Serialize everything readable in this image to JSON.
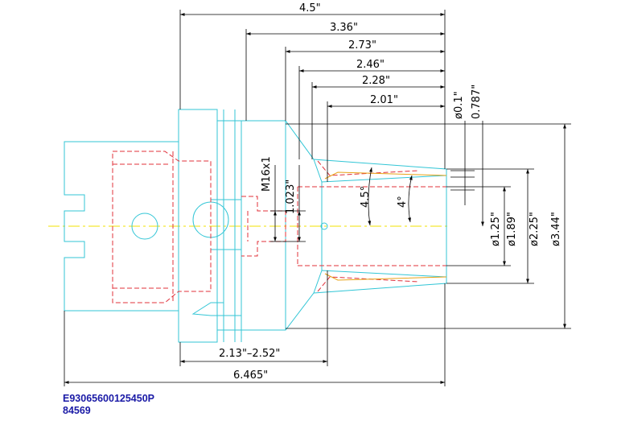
{
  "colors": {
    "outline": "#33c6d6",
    "hidden": "#e0303a",
    "dimension": "#000000",
    "centerline": "#f2e200",
    "collet_inner": "#e8a317",
    "part_number": "#1a1aa6"
  },
  "dimensions": {
    "top": [
      "4.5\"",
      "3.36\"",
      "2.73\"",
      "2.46\"",
      "2.28\"",
      "2.01\""
    ],
    "vertical_top": [
      "ø0.1\"",
      "0.787\""
    ],
    "thread": "M16x1",
    "thread_length": "1.023\"",
    "angle_outer": "4.5°",
    "angle_inner": "4°",
    "diameters": [
      "ø1.25\"",
      "ø1.89\"",
      "ø2.25\"",
      "ø3.44\""
    ],
    "bottom_range": "2.13\"–2.52\"",
    "overall_length": "6.465\""
  },
  "part": {
    "code": "E93065600125450P",
    "number": "84569"
  }
}
